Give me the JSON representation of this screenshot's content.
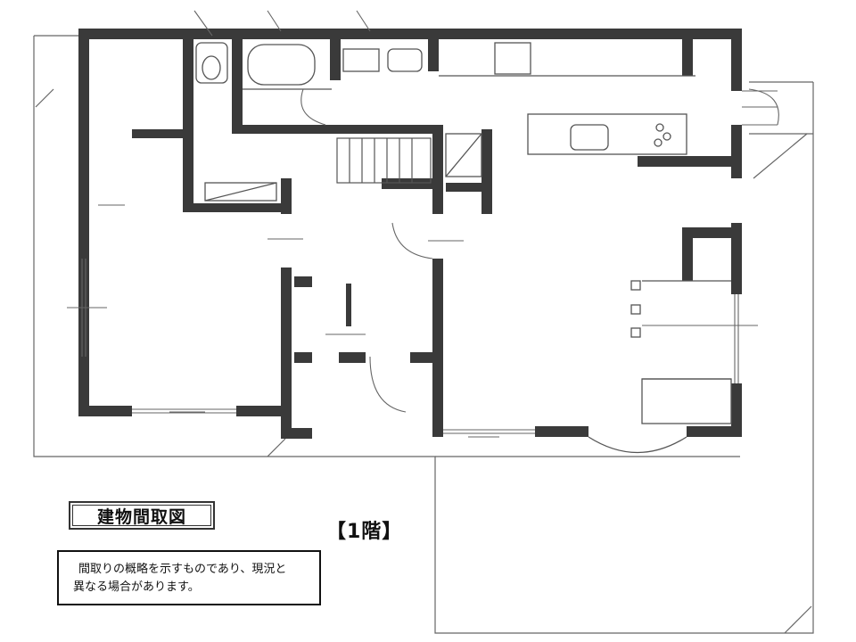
{
  "title": "建物間取図",
  "floor": "【1階】",
  "note": {
    "line1": "間取りの概略を示すものであり、現況と",
    "line2": "異なる場合があります。"
  },
  "colors": {
    "wall": "#3a3a3a",
    "line": "#555555",
    "text": "#111111"
  }
}
